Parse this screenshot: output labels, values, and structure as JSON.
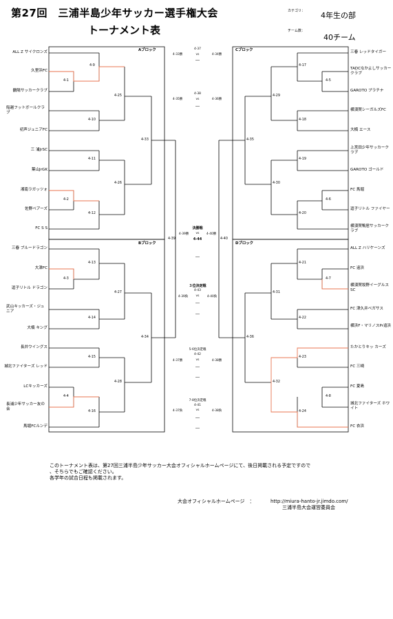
{
  "header": {
    "title_line1": "第27回　三浦半島少年サッカー選手権大会",
    "title_line2": "トーナメント表",
    "category_label": "カテゴリ：",
    "category_value": "4年生の部",
    "teams_label": "チーム数：",
    "teams_value": "40チーム"
  },
  "blocks": {
    "a": "Aブロック",
    "b": "Bブロック",
    "c": "Cブロック",
    "d": "Dブロック"
  },
  "teams_a": [
    "ALL Z サイクロンズ",
    "久里浜FC",
    "鶴陽サッカークラブ",
    "船越フットボールクラブ",
    "初声ジュニアFC",
    "三 浦JrSC",
    "葉山JrGK",
    "湘南ラガッツォ",
    "佐野ベアーズ",
    "FC S S"
  ],
  "teams_b": [
    "三春 ブルードラゴン",
    "大津FC",
    "逗子リトル ドラゴン",
    "武山キッカーズ・ジュニア",
    "大楠 キング",
    "長井ウイングス",
    "城北ファイターズ レッド",
    "LCキッカーズ",
    "長浦少年サッカー友の会",
    "馬堀FCルンデ"
  ],
  "teams_c": [
    "三春 レッドタイガー",
    "TADCなかよしサッカークラブ",
    "GAROTO プラチナ",
    "横須賀シーガルズFC",
    "大楠 エース",
    "上宮田少年サッカークラブ",
    "GAROTO ゴールド",
    "FC 馬堀",
    "逗子リトル ファイヤー",
    "横須賀鴨居サッカークラブ"
  ],
  "teams_d": [
    "ALL Z ハリケーンズ",
    "FC 追浜",
    "横須賀坂野イーグルスSC",
    "FC 津久井ベガサス",
    "横浜F・マリノスPr追浜",
    "たかとりキッ カーズ",
    "FC 三崎",
    "FC 夏島",
    "城北ファイターズ ホワイト",
    "FC 衣浜"
  ],
  "matches": {
    "a": [
      "4-1",
      "4-2",
      "4-9",
      "4-10",
      "4-11",
      "4-12",
      "4-25",
      "4-26",
      "4-33"
    ],
    "b": [
      "4-3",
      "4-4",
      "4-13",
      "4-14",
      "4-15",
      "4-16",
      "4-27",
      "4-28",
      "4-34"
    ],
    "c": [
      "4-5",
      "4-6",
      "4-17",
      "4-18",
      "4-19",
      "4-20",
      "4-29",
      "4-30",
      "4-35"
    ],
    "d": [
      "4-7",
      "4-8",
      "4-21",
      "4-22",
      "4-23",
      "4-24",
      "4-31",
      "4-32",
      "4-36"
    ],
    "semis": [
      "4-39",
      "4-40"
    ]
  },
  "center": {
    "m37": "4-37",
    "m37_l": "4-33勝",
    "m37_r": "4-34勝",
    "m38": "4-38",
    "m38_l": "4-35勝",
    "m38_r": "4-36勝",
    "vs": "vs",
    "final_title": "決勝戦",
    "final_l": "4-39勝",
    "final_r": "4-40勝",
    "final_no": "4-44",
    "third_title": "３位決定戦",
    "third_no": "4-43",
    "third_l": "4-39負",
    "third_r": "4-40負",
    "fifth_title": "5-6位決定戦",
    "fifth_no": "4-42",
    "fifth_l": "4-37勝",
    "fifth_r": "4-38勝",
    "seventh_title": "7-8位決定戦",
    "seventh_no": "4-41",
    "seventh_l": "4-37負",
    "seventh_r": "4-38負",
    "dash": "―"
  },
  "footer": {
    "note1": "このトーナメント表は、第27回三浦半島少年サッカー大会オフィシャルホームページにて、後日掲載される予定ですので",
    "note2": "、そちらでもご確認ください。",
    "note3": "各学年の試合日程も掲載されます。",
    "site_label": "大会オフィシャルホームページ　：",
    "site_url": "http://miura-hanto-jr.jimdo.com/",
    "org": "三浦半島大会運営委員会"
  },
  "colors": {
    "winner_line": "#e8734f",
    "line": "#000000"
  }
}
